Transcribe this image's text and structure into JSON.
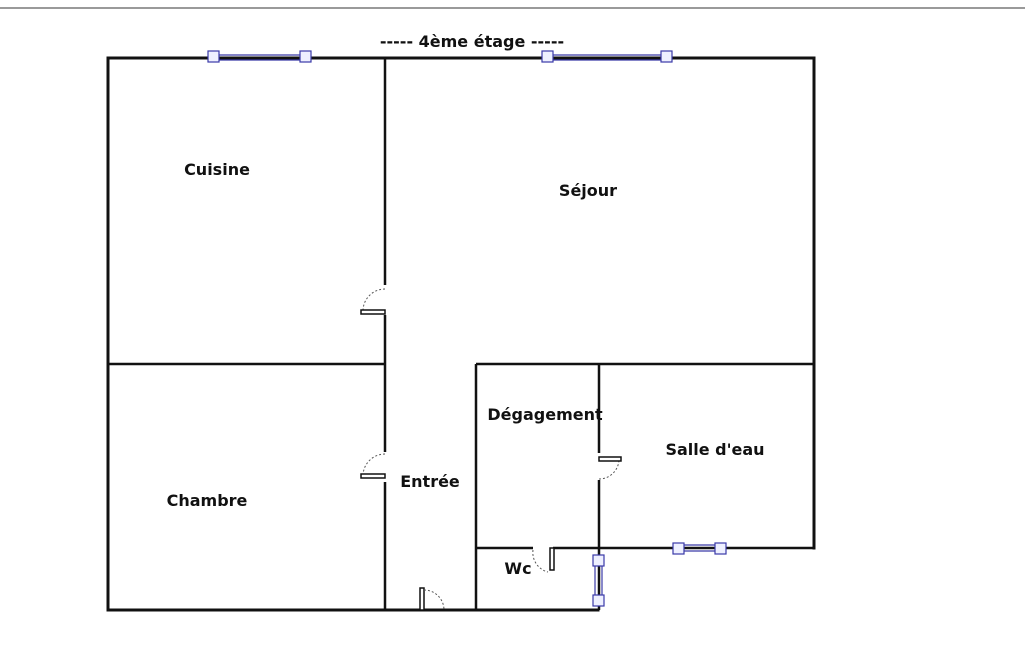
{
  "plan": {
    "floor_title": "----- 4ème étage -----",
    "rooms": {
      "cuisine": "Cuisine",
      "sejour": "Séjour",
      "chambre": "Chambre",
      "entree": "Entrée",
      "degagement": "Dégagement",
      "salle_deau": "Salle d'eau",
      "wc": "Wc"
    }
  },
  "colors": {
    "wall": "#111111",
    "window": "#3a3aa8",
    "top_rule": "#9a9a9a"
  }
}
